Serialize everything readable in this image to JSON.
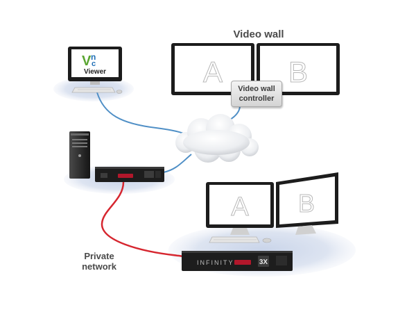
{
  "labels": {
    "video_wall_title": "Video wall",
    "controller_line1": "Video wall",
    "controller_line2": "controller",
    "private_line1": "Private",
    "private_line2": "network",
    "vnc_logo_v": "V",
    "vnc_logo_n": "n",
    "vnc_logo_c": "c",
    "vnc_viewer": "Viewer",
    "screen_a": "A",
    "screen_b": "B",
    "local_screen_a": "A",
    "local_screen_b": "B",
    "unit_brand": "INFINITY",
    "unit_badge": "3X"
  },
  "colors": {
    "network_cable": "#4f8fc6",
    "private_cable": "#d6262f",
    "platform": "#dfe6f2",
    "unit_body": "#1d1d1d",
    "vnc_green": "#5aa531",
    "vnc_blue": "#1f6fb5"
  }
}
